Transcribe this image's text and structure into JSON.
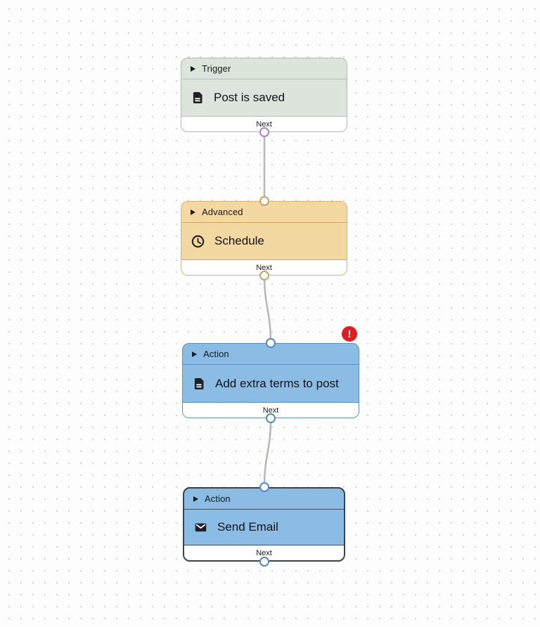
{
  "canvas": {
    "background": "#fdfdfd",
    "dot_color": "#d2d2d2"
  },
  "connector_color": "#b6b6be",
  "nodes": [
    {
      "category": "Trigger",
      "title": "Post is saved",
      "icon": "document-icon",
      "footer_label": "Next",
      "has_error": false,
      "selected": false,
      "colors": {
        "background": "#dde4dc",
        "border": "#afb9af",
        "divider": "#b5beb5",
        "port": "#b184b7"
      }
    },
    {
      "category": "Advanced",
      "title": "Schedule",
      "icon": "clock-icon",
      "footer_label": "Next",
      "has_error": false,
      "selected": false,
      "colors": {
        "background": "#f4d8a1",
        "border": "#d9b376",
        "divider": "#cda85e",
        "port": "#c8a360"
      }
    },
    {
      "category": "Action",
      "title": "Add extra terms to post",
      "icon": "document-icon",
      "footer_label": "Next",
      "has_error": true,
      "selected": false,
      "colors": {
        "background": "#8abce4",
        "border": "#5a90c6",
        "divider": "#5a90c6",
        "port": "#4e8bc8"
      }
    },
    {
      "category": "Action",
      "title": "Send Email",
      "icon": "envelope-icon",
      "footer_label": "Next",
      "has_error": false,
      "selected": true,
      "colors": {
        "background": "#8abce4",
        "border": "#3b434a",
        "divider": "#41505e",
        "port": "#4e8bc8"
      }
    }
  ],
  "error_badge": {
    "label": "!",
    "color": "#e01e1f"
  },
  "connections": [
    {
      "from": "Post is saved",
      "to": "Schedule"
    },
    {
      "from": "Schedule",
      "to": "Add extra terms to post"
    },
    {
      "from": "Add extra terms to post",
      "to": "Send Email"
    }
  ]
}
